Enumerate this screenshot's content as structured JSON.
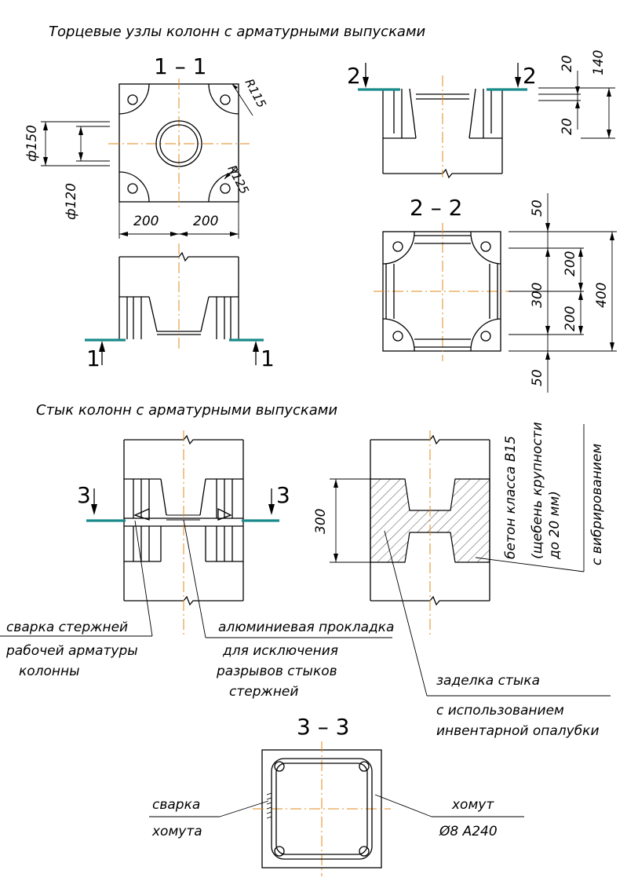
{
  "titles": {
    "end_nodes": "Торцевые узлы колонн с арматурными выпусками",
    "joint": "Стык колонн с арматурными выпусками"
  },
  "sections": {
    "s11": "1 – 1",
    "s22": "2 – 2",
    "s33": "3 – 3",
    "cut1": "1",
    "cut2": "2",
    "cut3": "3"
  },
  "dims": {
    "r115": "R115",
    "r125": "R125",
    "d150": "ф150",
    "d120": "ф120",
    "w200a": "200",
    "w200b": "200",
    "v20a": "20",
    "v20b": "20",
    "v140": "140",
    "v50a": "50",
    "v50b": "50",
    "v200a": "200",
    "v200b": "200",
    "v300a": "300",
    "v400": "400",
    "v300b": "300"
  },
  "labels": {
    "weld_bars": "сварка стержней",
    "work_rebar_1": "рабочей арматуры",
    "work_rebar_2": "колонны",
    "alu_pad": "алюминиевая прокладка",
    "alu_note_1": "для исключения",
    "alu_note_2": "разрывов стыков",
    "alu_note_3": "стержней",
    "concrete_1": "бетон класса В15",
    "concrete_2": "(щебень крупности",
    "concrete_3": "до 20 мм)",
    "concrete_4": "с вибрированием",
    "sealing_1": "заделка стыка",
    "sealing_2": "с использованием",
    "sealing_3": "инвентарной опалубки",
    "weld_clamp_1": "сварка",
    "weld_clamp_2": "хомута",
    "clamp_1": "хомут",
    "clamp_2": "Ø8 А240"
  },
  "colors": {
    "axis": "#e08a1e",
    "cut_plane": "#1a8a8a"
  }
}
